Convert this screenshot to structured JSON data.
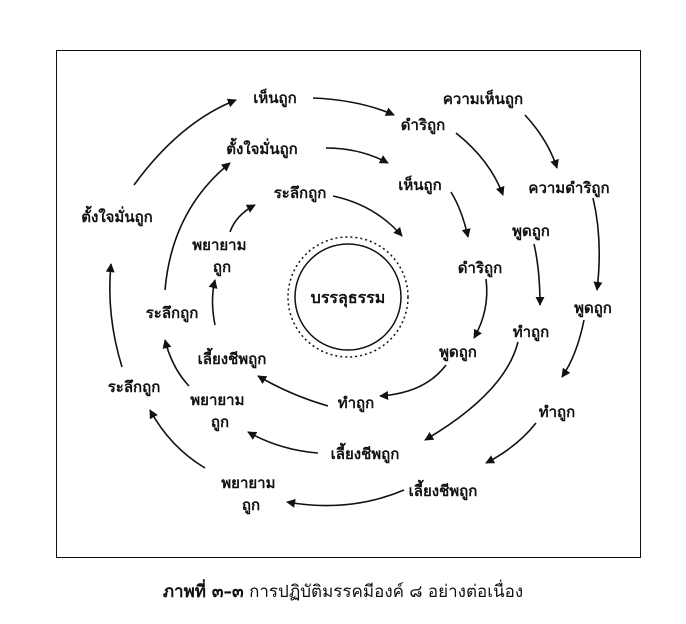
{
  "center": {
    "label": "บรรลุธรรม"
  },
  "rings": {
    "outer": {
      "labels": [
        "ความเห็นถูก",
        "ความดำริถูก",
        "พูดถูก",
        "ทำถูก",
        "เลี้ยงชีพถูก"
      ]
    },
    "second": {
      "labels": [
        "เห็นถูก",
        "ดำริถูก",
        "พูดถูก",
        "ทำถูก",
        "เลี้ยงชีพถูก",
        "พยายาม|ถูก",
        "ระลึกถูก",
        "ตั้งใจมั่นถูก"
      ]
    },
    "third": {
      "labels": [
        "ตั้งใจมั่นถูก",
        "เห็นถูก",
        "ดำริถูก",
        "ทำถูก",
        "เลี้ยงชีพถูก",
        "พยายาม|ถูก",
        "ระลึกถูก"
      ]
    },
    "inner": {
      "labels": [
        "ระลึกถูก",
        "พูดถูก",
        "พยายาม|ถูก"
      ]
    }
  },
  "outer_left": {
    "labels": [
      "ตั้งใจมั่นถูก",
      "ระลึกถูก",
      "พยายาม|ถูก"
    ]
  },
  "caption": {
    "label": "ภาพที่ ๓–๓",
    "text": "การปฏิบัติมรรคมีองค์ ๘ อย่างต่อเนื่อง"
  }
}
